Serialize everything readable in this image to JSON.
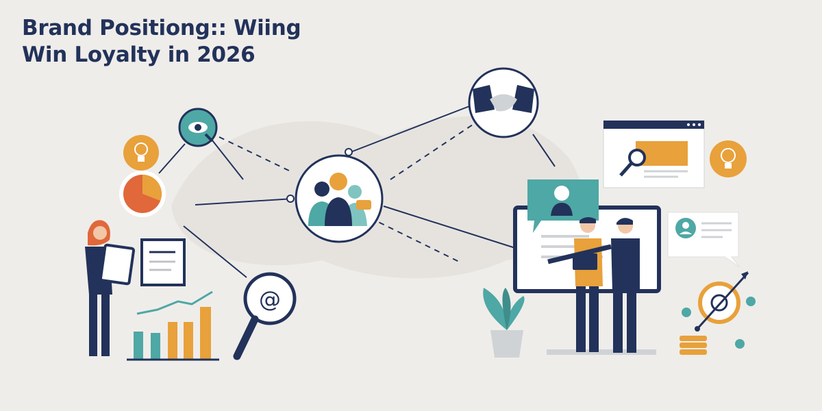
{
  "title": {
    "line1": "Brand Positiong:: Wiing",
    "line2": "Win Loyalty in 2026"
  },
  "colors": {
    "background": "#efedea",
    "navy": "#22325a",
    "orange": "#e8a13b",
    "red_orange": "#e0683a",
    "teal": "#4ea8a5",
    "light_teal": "#7fc4c0"
  },
  "illustration": {
    "icons": [
      "lightbulb-icon",
      "pie-chart-icon",
      "eye-magnifier-icon",
      "people-group-icon",
      "handshake-icon",
      "at-sign-magnifier-icon",
      "search-panel-icon",
      "user-profile-icon",
      "target-icon",
      "coin-stack-icon",
      "bar-chart-icon",
      "plant-icon"
    ],
    "people": [
      "woman-with-tablet",
      "man-with-tablet",
      "man-pointing"
    ]
  }
}
